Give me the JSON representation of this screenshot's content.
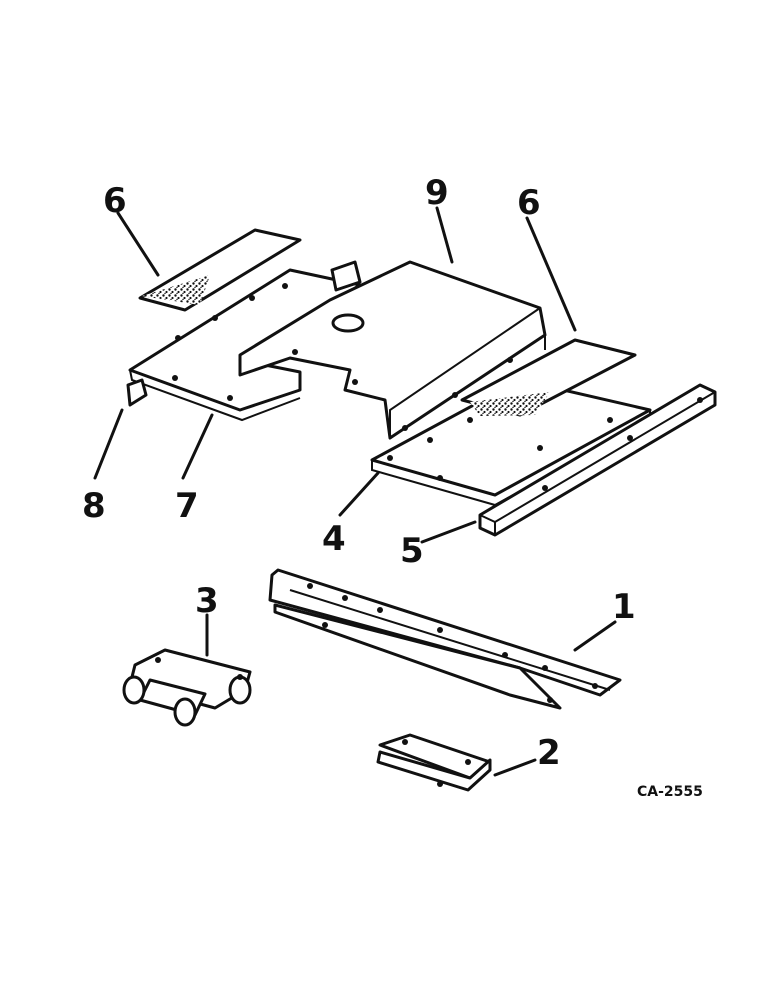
{
  "callouts": {
    "c1": "1",
    "c2": "2",
    "c3": "3",
    "c4": "4",
    "c5": "5",
    "c6a": "6",
    "c6b": "6",
    "c7": "7",
    "c8": "8",
    "c9": "9"
  },
  "drawing_code": "CA-2555"
}
